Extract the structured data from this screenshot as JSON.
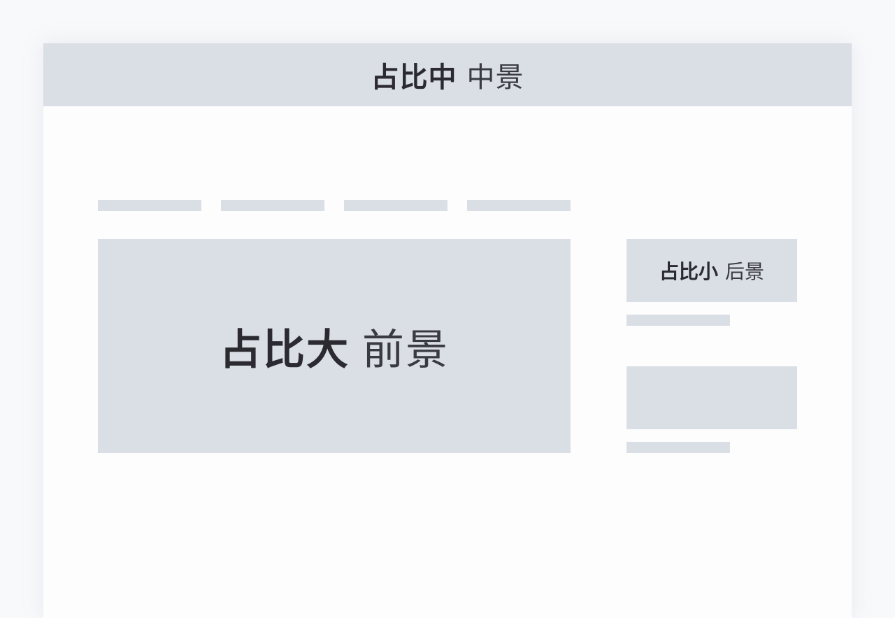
{
  "header": {
    "ratio_label": "占比中",
    "layer_label": "中景"
  },
  "main_card": {
    "ratio_label": "占比大",
    "layer_label": "前景"
  },
  "side_card": {
    "ratio_label": "占比小",
    "layer_label": "后景"
  },
  "colors": {
    "placeholder_fill": "#dadee5",
    "frame_fill": "#fdfdfe",
    "text_dark": "#2a2a30"
  }
}
